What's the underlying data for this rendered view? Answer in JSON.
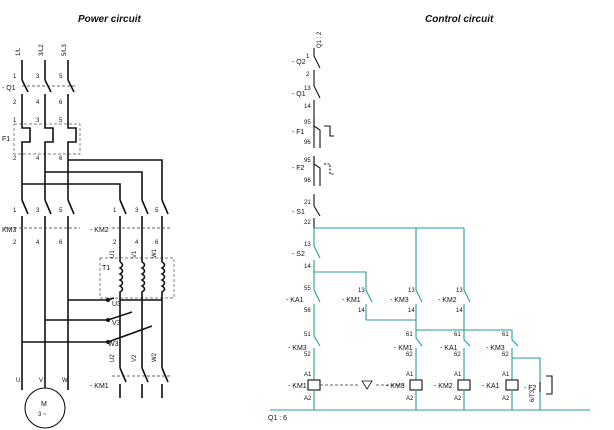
{
  "power": {
    "title": "Power circuit",
    "phases": [
      "1/L",
      "3/L2",
      "5/L3"
    ],
    "q1_label": "- Q1",
    "f1_label": "F1",
    "km3_label": "KM3",
    "km2_label": "- KM2",
    "km1_label": "- KM1",
    "t1_label": "T1",
    "taps": [
      "U1",
      "V1",
      "W1"
    ],
    "taps2": [
      "U3",
      "V3",
      "W3"
    ],
    "taps_out": [
      "U2",
      "V2",
      "W2"
    ],
    "motor_terms": [
      "U",
      "V",
      "W"
    ],
    "motor_label": "M",
    "motor_sub": "3 ~"
  },
  "control": {
    "title": "Control circuit",
    "q1_top": "Q1 : 2",
    "q1_bottom": "Q1 : 6",
    "devices": {
      "q2": "- Q2",
      "q1": "- Q1",
      "f1": "- F1",
      "f2": "- F2",
      "s1": "- S1",
      "s2": "- S2",
      "ka1": "- KA1",
      "km1": "- KM1",
      "km3": "- KM3",
      "km2": "- KM2",
      "f2_coil": "- F2",
      "f2_term": "6/T3"
    },
    "terminals": {
      "q2": [
        "1",
        "2"
      ],
      "q1": [
        "13",
        "14"
      ],
      "f1": [
        "95",
        "96"
      ],
      "f2": [
        "95",
        "96"
      ],
      "s1": [
        "21",
        "22"
      ],
      "s2": [
        "13",
        "14"
      ],
      "ka1_left": [
        "55",
        "56"
      ],
      "no": [
        "13",
        "14"
      ],
      "nc": [
        "61",
        "62"
      ],
      "nc2": [
        "51",
        "52"
      ],
      "coil": [
        "A1",
        "A2"
      ]
    }
  }
}
